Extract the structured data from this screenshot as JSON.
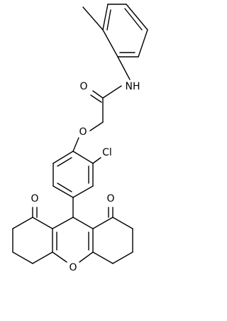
{
  "atoms": {
    "carbonyl_oxygen_amide": "O",
    "amide_nitrogen": "NH",
    "ether_oxygen": "O",
    "chlorine": "Cl",
    "ketone_oxygen_left": "O",
    "ketone_oxygen_right": "O",
    "ring_oxygen": "O"
  }
}
